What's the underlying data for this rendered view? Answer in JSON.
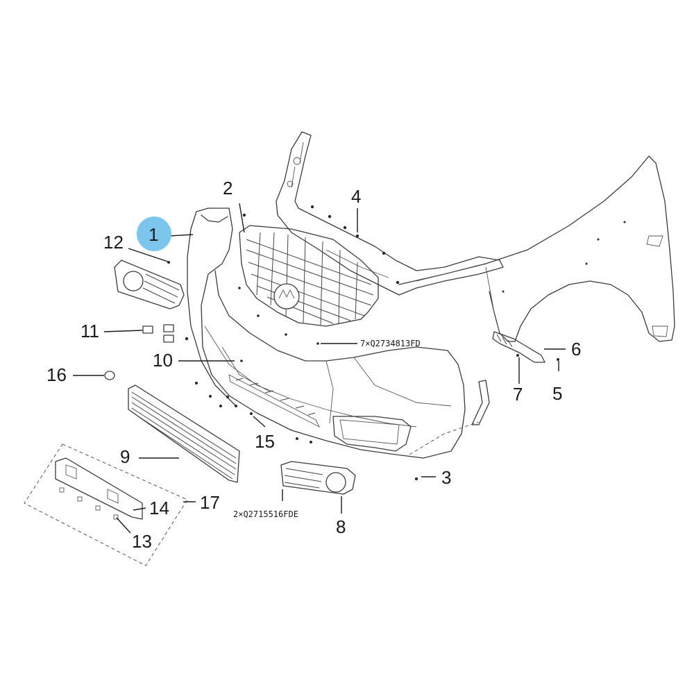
{
  "diagram": {
    "highlight_color": "#7cc6ee",
    "callouts": {
      "c1": "1",
      "c2": "2",
      "c3": "3",
      "c4": "4",
      "c5": "5",
      "c6": "6",
      "c7": "7",
      "c8": "8",
      "c9": "9",
      "c10": "10",
      "c11": "11",
      "c12": "12",
      "c13": "13",
      "c14": "14",
      "c15": "15",
      "c16": "16",
      "c17": "17"
    },
    "part_codes": {
      "grille_screws": "7×Q2734813FD",
      "fog_grille_screws": "2×Q2715516FDE"
    }
  }
}
